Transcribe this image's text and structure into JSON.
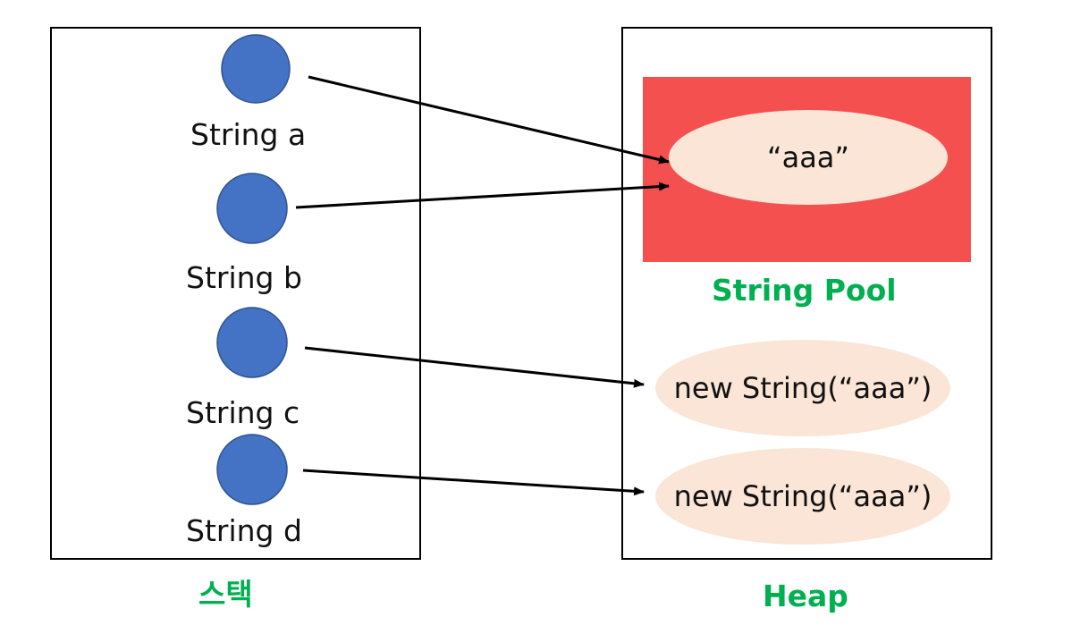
{
  "stack": {
    "title": "스택",
    "variables": [
      {
        "label": "String a"
      },
      {
        "label": "String b"
      },
      {
        "label": "String c"
      },
      {
        "label": "String d"
      }
    ]
  },
  "heap": {
    "title": "Heap",
    "pool": {
      "title": "String Pool",
      "literal": "“aaa”"
    },
    "objects": [
      {
        "label": "new String(“aaa”)"
      },
      {
        "label": "new String(“aaa”)"
      }
    ]
  },
  "colors": {
    "circle": "#4472C4",
    "circle_stroke": "#2F528F",
    "pool_bg": "#F4504F",
    "ellipse_fill": "#FBE5D6",
    "title_green": "#00B050",
    "arrow": "#000000"
  },
  "icons": {
    "variable": "circle-icon",
    "reference": "arrow-icon"
  }
}
